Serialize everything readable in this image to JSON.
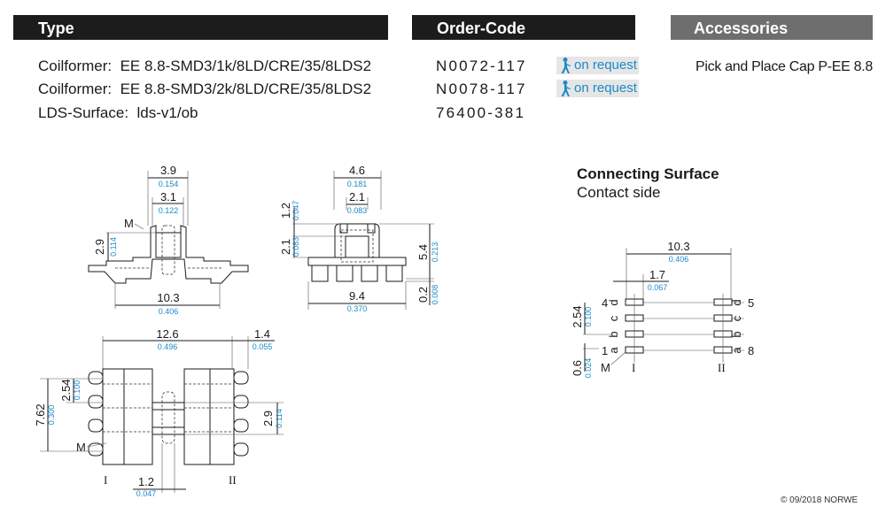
{
  "headers": {
    "type": "Type",
    "order_code": "Order-Code",
    "accessories": "Accessories"
  },
  "products": [
    {
      "label": "Coilformer:",
      "type": "EE 8.8-SMD3/1k/8LD/CRE/35/8LDS2",
      "order_code": "N0072-117",
      "availability": "on request"
    },
    {
      "label": "Coilformer:",
      "type": "EE 8.8-SMD3/2k/8LD/CRE/35/8LDS2",
      "order_code": "N0078-117",
      "availability": "on request"
    },
    {
      "label": "LDS-Surface:",
      "type": "lds-v1/ob",
      "order_code": "76400-381",
      "availability": ""
    }
  ],
  "accessories": [
    "Pick and Place Cap P-EE 8.8"
  ],
  "connecting_surface": {
    "title": "Connecting Surface",
    "subtitle": "Contact side",
    "dims": {
      "width": {
        "mm": "10.3",
        "in": "0.406"
      },
      "offset": {
        "mm": "1.7",
        "in": "0.067"
      },
      "pitch": {
        "mm": "2.54",
        "in": "0.100"
      },
      "edge": {
        "mm": "0.6",
        "in": "0.024"
      }
    },
    "left_pins": [
      {
        "num": "4",
        "letter": "d"
      },
      {
        "num": "",
        "letter": "c"
      },
      {
        "num": "",
        "letter": "b"
      },
      {
        "num": "1",
        "letter": "a"
      }
    ],
    "right_pins": [
      {
        "num": "5",
        "letter": "d"
      },
      {
        "num": "",
        "letter": "c"
      },
      {
        "num": "",
        "letter": "b"
      },
      {
        "num": "8",
        "letter": "a"
      }
    ],
    "marker": "M",
    "side_left": "I",
    "side_right": "II"
  },
  "front_view": {
    "dims": {
      "top_width": {
        "mm": "3.9",
        "in": "0.154"
      },
      "inner_width": {
        "mm": "3.1",
        "in": "0.122"
      },
      "height": {
        "mm": "2.9",
        "in": "0.114"
      },
      "base_width": {
        "mm": "10.3",
        "in": "0.406"
      }
    },
    "marker": "M"
  },
  "side_view": {
    "dims": {
      "top_width": {
        "mm": "4.6",
        "in": "0.181"
      },
      "slot_width": {
        "mm": "2.1",
        "in": "0.083"
      },
      "top_height": {
        "mm": "1.2",
        "in": "0.047"
      },
      "mid_height": {
        "mm": "2.1",
        "in": "0.083"
      },
      "total_height": {
        "mm": "5.4",
        "in": "0.213"
      },
      "standoff": {
        "mm": "0.2",
        "in": "0.008"
      },
      "base_width": {
        "mm": "9.4",
        "in": "0.370"
      }
    }
  },
  "top_view": {
    "dims": {
      "span": {
        "mm": "12.6",
        "in": "0.496"
      },
      "pin_width": {
        "mm": "1.4",
        "in": "0.055"
      },
      "pitch": {
        "mm": "2.54",
        "in": "0.100"
      },
      "pin_span": {
        "mm": "7.62",
        "in": "0.300"
      },
      "clip_span": {
        "mm": "2.9",
        "in": "0.114"
      },
      "gap": {
        "mm": "1.2",
        "in": "0.047"
      }
    },
    "marker": "M",
    "side_left": "I",
    "side_right": "II"
  },
  "copyright": "© 09/2018 NORWE",
  "colors": {
    "header_dark": "#1c1c1c",
    "header_gray": "#6e6e6e",
    "inch_blue": "#1a8ac8",
    "badge_bg": "#e6e6e6"
  }
}
